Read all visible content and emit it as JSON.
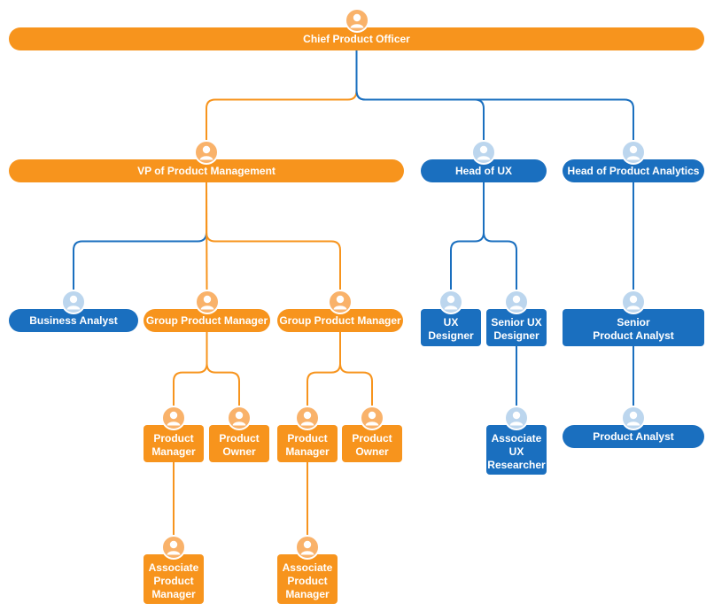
{
  "colors": {
    "orange": "#f7941d",
    "blue": "#1a6fbf",
    "orange_light": "#f9b26a",
    "blue_light": "#bcd6ee",
    "background": "#ffffff"
  },
  "icon": "person-icon",
  "nodes": {
    "cpo": {
      "label": "Chief Product Officer",
      "color": "orange"
    },
    "vp_pm": {
      "label": "VP of Product Management",
      "color": "orange"
    },
    "head_ux": {
      "label": "Head of UX",
      "color": "blue"
    },
    "head_pa": {
      "label": "Head of Product Analytics",
      "color": "blue"
    },
    "business_analyst": {
      "label": "Business Analyst",
      "color": "blue"
    },
    "gpm_1": {
      "label": "Group Product Manager",
      "color": "orange"
    },
    "gpm_2": {
      "label": "Group Product Manager",
      "color": "orange"
    },
    "ux_designer": {
      "label": "UX\nDesigner",
      "color": "blue"
    },
    "senior_ux_designer": {
      "label": "Senior UX\nDesigner",
      "color": "blue"
    },
    "senior_pa": {
      "label": "Senior\nProduct Analyst",
      "color": "blue"
    },
    "pm_1": {
      "label": "Product\nManager",
      "color": "orange"
    },
    "po_1": {
      "label": "Product\nOwner",
      "color": "orange"
    },
    "pm_2": {
      "label": "Product\nManager",
      "color": "orange"
    },
    "po_2": {
      "label": "Product\nOwner",
      "color": "orange"
    },
    "assoc_ux_researcher": {
      "label": "Associate\nUX\nResearcher",
      "color": "blue"
    },
    "product_analyst": {
      "label": "Product Analyst",
      "color": "blue"
    },
    "apm_1": {
      "label": "Associate\nProduct\nManager",
      "color": "orange"
    },
    "apm_2": {
      "label": "Associate\nProduct\nManager",
      "color": "orange"
    }
  },
  "edges": [
    [
      "cpo",
      "vp_pm"
    ],
    [
      "cpo",
      "head_ux"
    ],
    [
      "cpo",
      "head_pa"
    ],
    [
      "vp_pm",
      "business_analyst"
    ],
    [
      "vp_pm",
      "gpm_1"
    ],
    [
      "vp_pm",
      "gpm_2"
    ],
    [
      "head_ux",
      "ux_designer"
    ],
    [
      "head_ux",
      "senior_ux_designer"
    ],
    [
      "head_pa",
      "senior_pa"
    ],
    [
      "gpm_1",
      "pm_1"
    ],
    [
      "gpm_1",
      "po_1"
    ],
    [
      "gpm_2",
      "pm_2"
    ],
    [
      "gpm_2",
      "po_2"
    ],
    [
      "senior_ux_designer",
      "assoc_ux_researcher"
    ],
    [
      "senior_pa",
      "product_analyst"
    ],
    [
      "pm_1",
      "apm_1"
    ],
    [
      "pm_2",
      "apm_2"
    ]
  ]
}
